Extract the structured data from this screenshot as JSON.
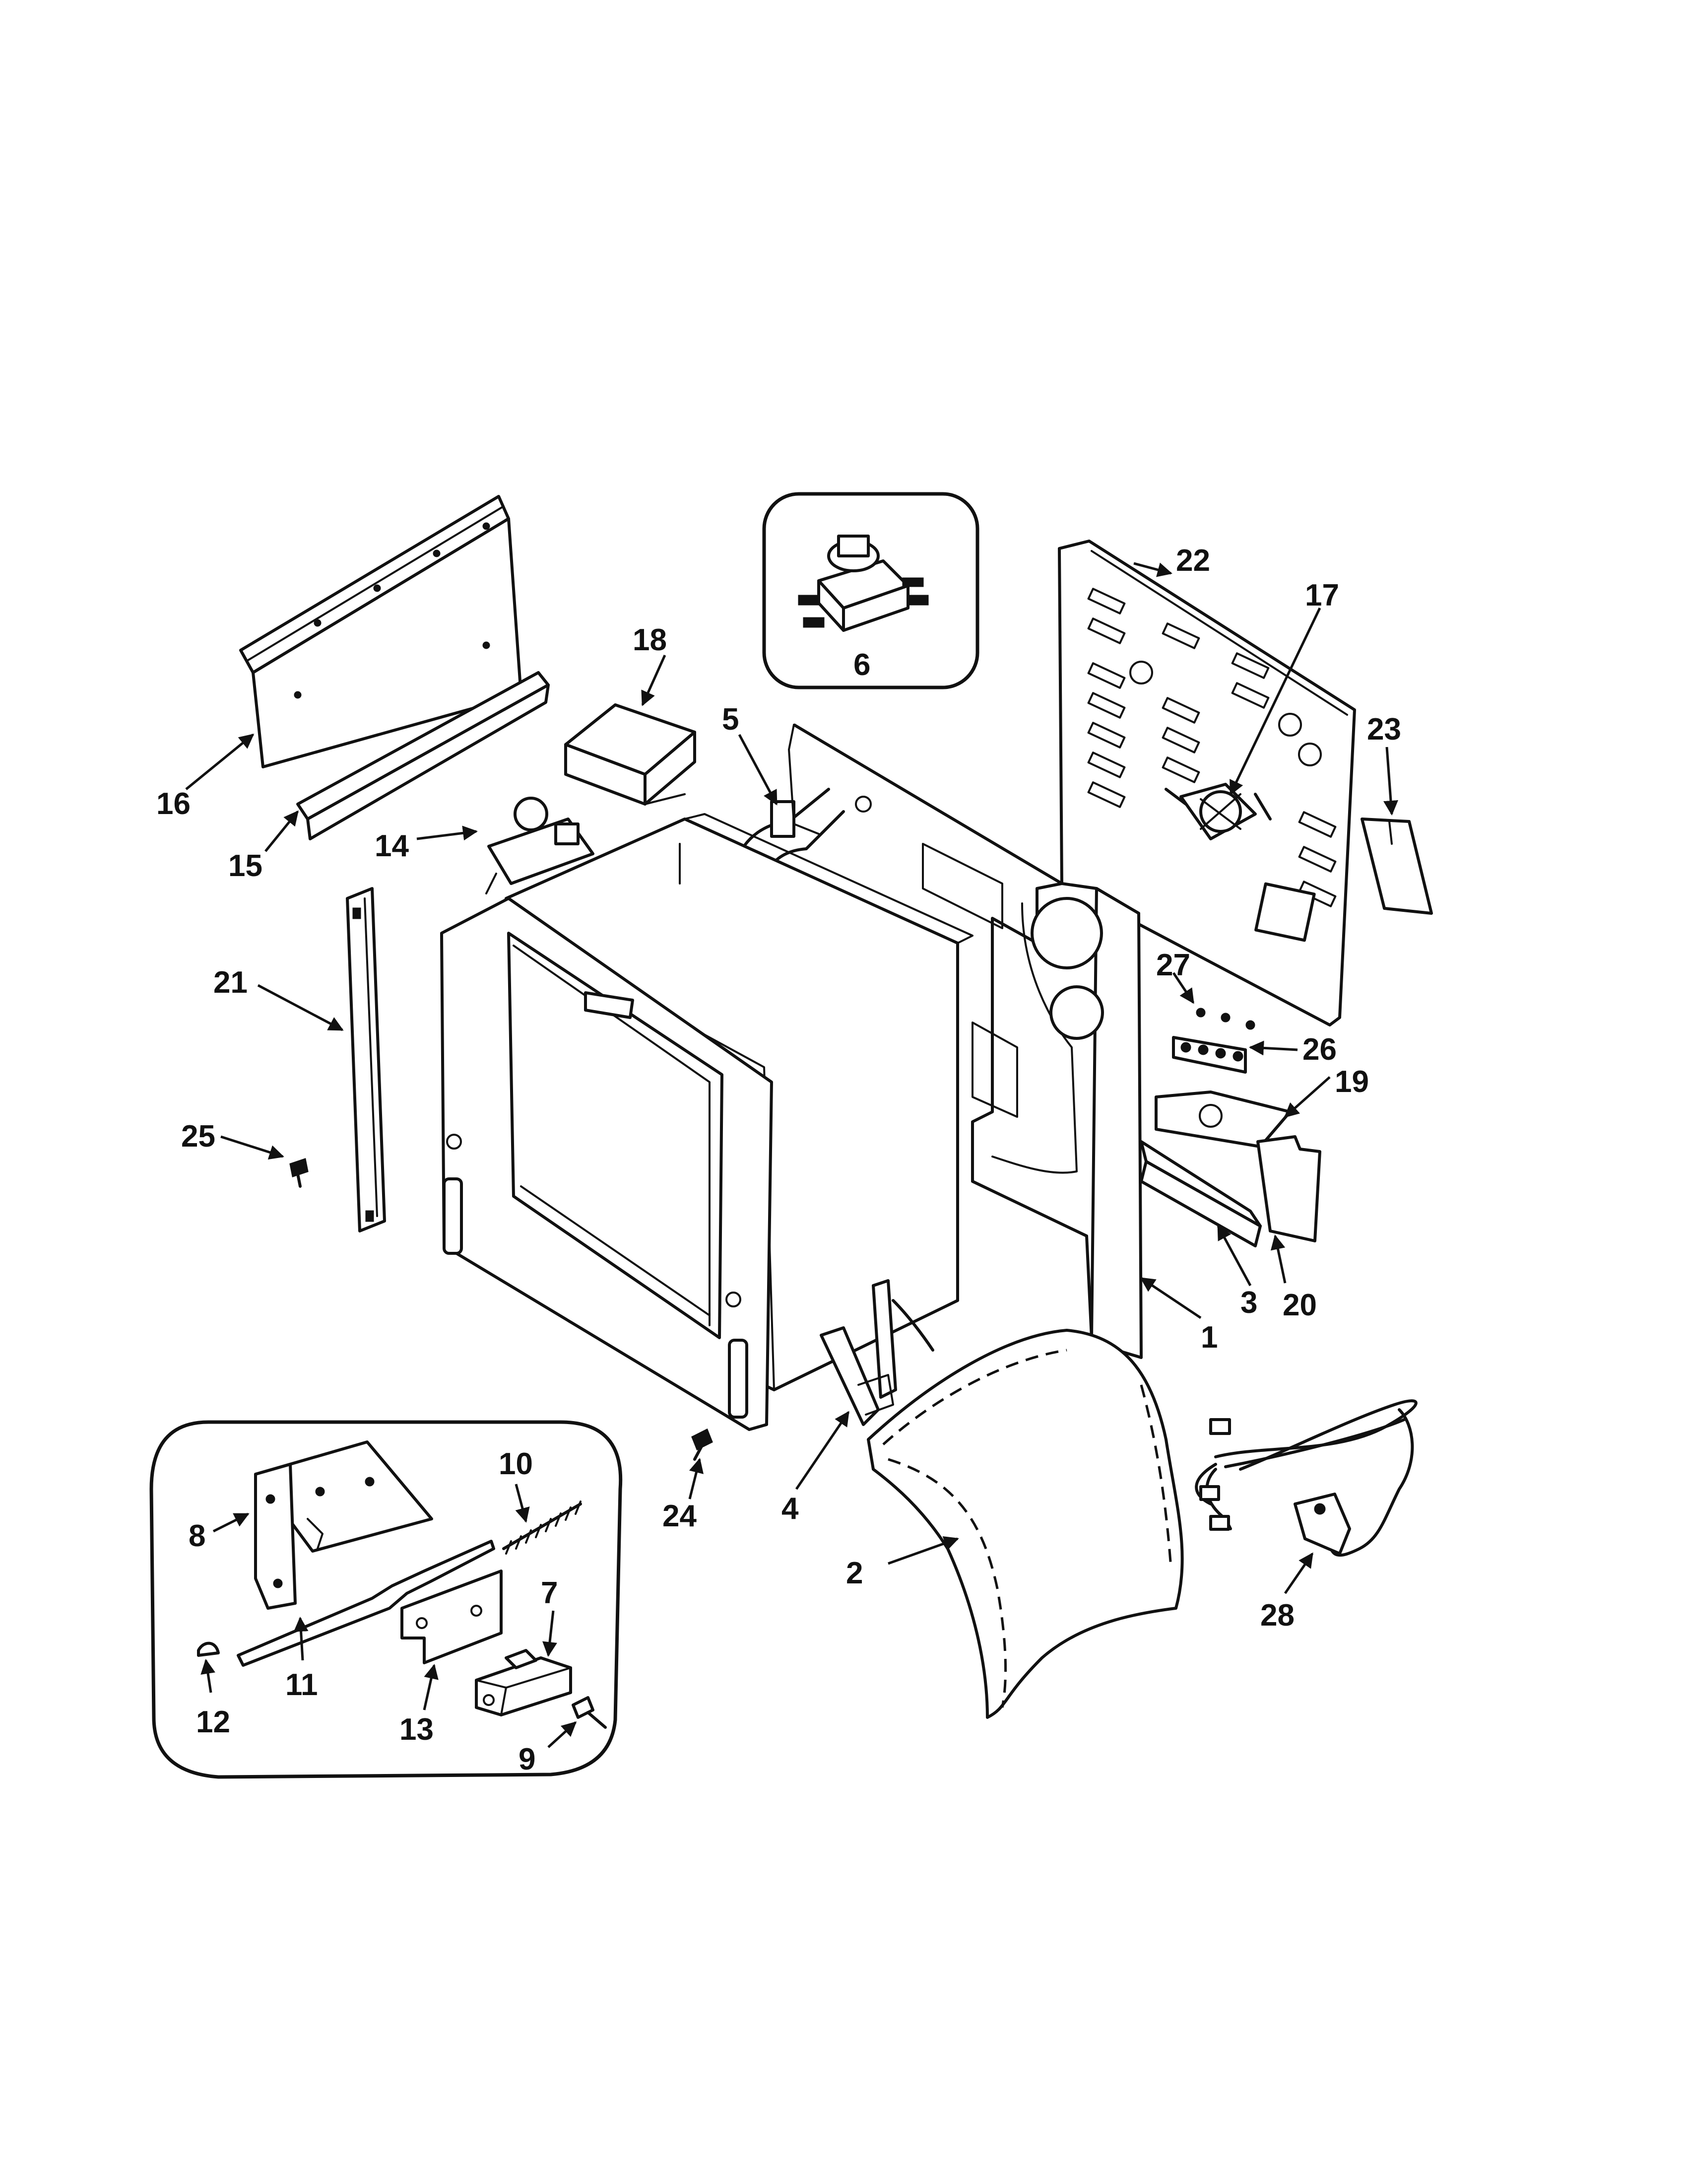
{
  "callouts": [
    {
      "id": "c1",
      "text": "1"
    },
    {
      "id": "c2",
      "text": "2"
    },
    {
      "id": "c3",
      "text": "3"
    },
    {
      "id": "c4",
      "text": "4"
    },
    {
      "id": "c5",
      "text": "5"
    },
    {
      "id": "c6",
      "text": "6"
    },
    {
      "id": "c7",
      "text": "7"
    },
    {
      "id": "c8",
      "text": "8"
    },
    {
      "id": "c9",
      "text": "9"
    },
    {
      "id": "c10",
      "text": "10"
    },
    {
      "id": "c11",
      "text": "11"
    },
    {
      "id": "c12",
      "text": "12"
    },
    {
      "id": "c13",
      "text": "13"
    },
    {
      "id": "c14",
      "text": "14"
    },
    {
      "id": "c15",
      "text": "15"
    },
    {
      "id": "c16",
      "text": "16"
    },
    {
      "id": "c17",
      "text": "17"
    },
    {
      "id": "c18",
      "text": "18"
    },
    {
      "id": "c19",
      "text": "19"
    },
    {
      "id": "c20",
      "text": "20"
    },
    {
      "id": "c21",
      "text": "21"
    },
    {
      "id": "c22",
      "text": "22"
    },
    {
      "id": "c23",
      "text": "23"
    },
    {
      "id": "c24",
      "text": "24"
    },
    {
      "id": "c25",
      "text": "25"
    },
    {
      "id": "c26",
      "text": "26"
    },
    {
      "id": "c27",
      "text": "27"
    },
    {
      "id": "c28",
      "text": "28"
    }
  ],
  "insets": [
    "thermostat-inset",
    "door-latch-inset"
  ],
  "colors": {
    "line": "#111111",
    "background": "#ffffff"
  }
}
